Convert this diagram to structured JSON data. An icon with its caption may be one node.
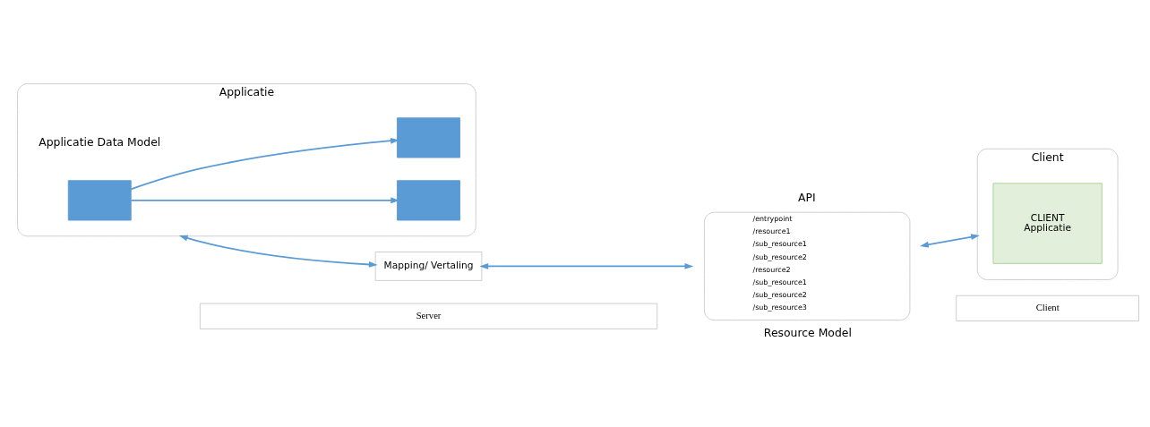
{
  "diagram": {
    "nodes": [
      {
        "text": [
          "Applicatie"
        ],
        "beside": [
          "Applicatie Data Model"
        ]
      },
      {
        "text": [],
        "shape": "box",
        "in": 0
      },
      {
        "text": [],
        "shape": "box",
        "in": 0
      },
      {
        "text": [],
        "shape": "box",
        "in": 0
      },
      {
        "text": [
          "Mapping/ Vertaling"
        ]
      },
      {
        "text": [
          "API",
          "/entrypoint",
          "/resource1",
          "/sub_resource1",
          "/sub_resource2",
          "/resource2",
          "/sub_resource1",
          "/sub_resource2",
          "/sub_resource3"
        ],
        "beside": [
          "Resource Model"
        ]
      },
      {
        "text": [
          "Client"
        ]
      },
      {
        "text": [
          "CLIENT",
          "Applicatie"
        ],
        "in": 6
      },
      {
        "text": [
          "Server"
        ]
      },
      {
        "text": [
          "Client"
        ]
      }
    ],
    "edges": [
      {
        "from": 1,
        "to": 2,
        "arrow": "to"
      },
      {
        "from": 1,
        "to": 3,
        "arrow": "to"
      },
      {
        "from": 0,
        "to": 4,
        "arrow": "both"
      },
      {
        "from": 4,
        "to": 5,
        "arrow": "both"
      },
      {
        "from": 5,
        "to": 6,
        "arrow": "both"
      }
    ]
  }
}
